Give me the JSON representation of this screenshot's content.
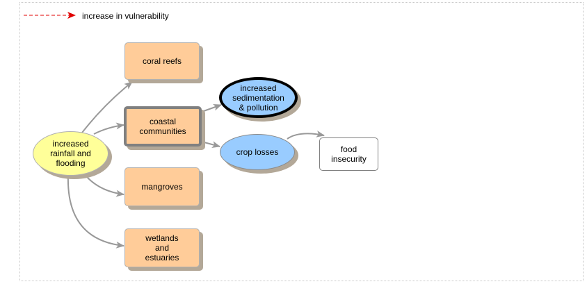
{
  "legend": {
    "label": "increase in vulnerability",
    "line_color": "#e00000",
    "line_style": "dashed"
  },
  "colors": {
    "driver": "#ffff99",
    "system": "#ffcc99",
    "impact": "#99ccff",
    "outcome": "#ffffff",
    "edge": "#999999"
  },
  "nodes": {
    "rainfall": {
      "label": "increased\nrainfall and\nflooding",
      "shape": "ellipse"
    },
    "coral": {
      "label": "coral reefs",
      "shape": "rectangle"
    },
    "coastal": {
      "label": "coastal\ncommunities",
      "shape": "rectangle",
      "emphasis": "thick-border"
    },
    "mangroves": {
      "label": "mangroves",
      "shape": "rectangle"
    },
    "wetlands": {
      "label": "wetlands\nand\nestuaries",
      "shape": "rectangle"
    },
    "sedimentation": {
      "label": "increased\nsedimentation\n& pollution",
      "shape": "ellipse",
      "emphasis": "thick-border"
    },
    "crop": {
      "label": "crop losses",
      "shape": "ellipse"
    },
    "food": {
      "label": "food\ninsecurity",
      "shape": "rectangle"
    }
  },
  "edges": [
    {
      "from": "rainfall",
      "to": "coral"
    },
    {
      "from": "rainfall",
      "to": "coastal"
    },
    {
      "from": "rainfall",
      "to": "mangroves"
    },
    {
      "from": "rainfall",
      "to": "wetlands"
    },
    {
      "from": "coastal",
      "to": "sedimentation"
    },
    {
      "from": "coastal",
      "to": "crop"
    },
    {
      "from": "crop",
      "to": "food"
    }
  ]
}
